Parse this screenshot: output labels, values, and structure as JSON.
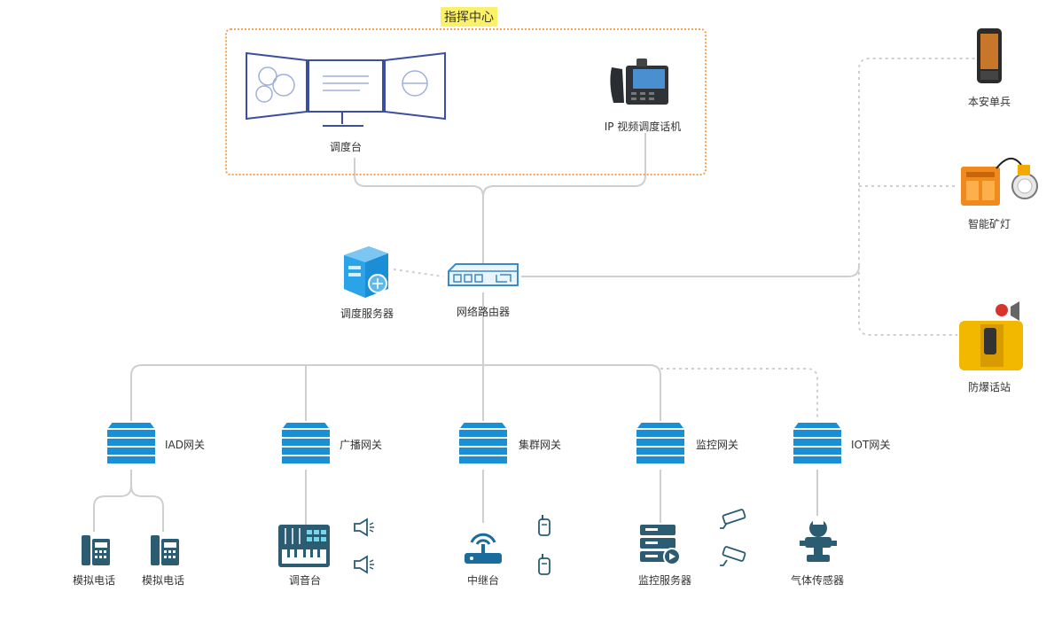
{
  "colors": {
    "accent_blue": "#1a8fd6",
    "dark_teal": "#2b5c72",
    "wire": "#cfcfcf",
    "dotted_frame": "#f3a259",
    "title_highlight": "#fbf06a",
    "yellow_device": "#f2a900"
  },
  "command_center": {
    "title": "指挥中心",
    "dispatch_console": "调度台",
    "ip_video_phone": "IP 视频调度话机"
  },
  "core": {
    "dispatch_server": "调度服务器",
    "network_router": "网络路由器"
  },
  "right_devices": [
    {
      "label": "本安单兵",
      "icon": "intrinsically-safe-handset-icon"
    },
    {
      "label": "智能矿灯",
      "icon": "smart-miner-lamp-icon"
    },
    {
      "label": "防爆话站",
      "icon": "explosion-proof-phone-icon"
    }
  ],
  "gateways": [
    {
      "label": "IAD网关",
      "icon": "gateway-stack-icon"
    },
    {
      "label": "广播网关",
      "icon": "gateway-stack-icon"
    },
    {
      "label": "集群网关",
      "icon": "gateway-stack-icon"
    },
    {
      "label": "监控网关",
      "icon": "gateway-stack-icon"
    },
    {
      "label": "IOT网关",
      "icon": "gateway-stack-icon"
    }
  ],
  "endpoints": {
    "analog_phone_1": "模拟电话",
    "analog_phone_2": "模拟电话",
    "mixer": "调音台",
    "repeater": "中继台",
    "monitor_server": "监控服务器",
    "gas_sensor": "气体传感器"
  }
}
